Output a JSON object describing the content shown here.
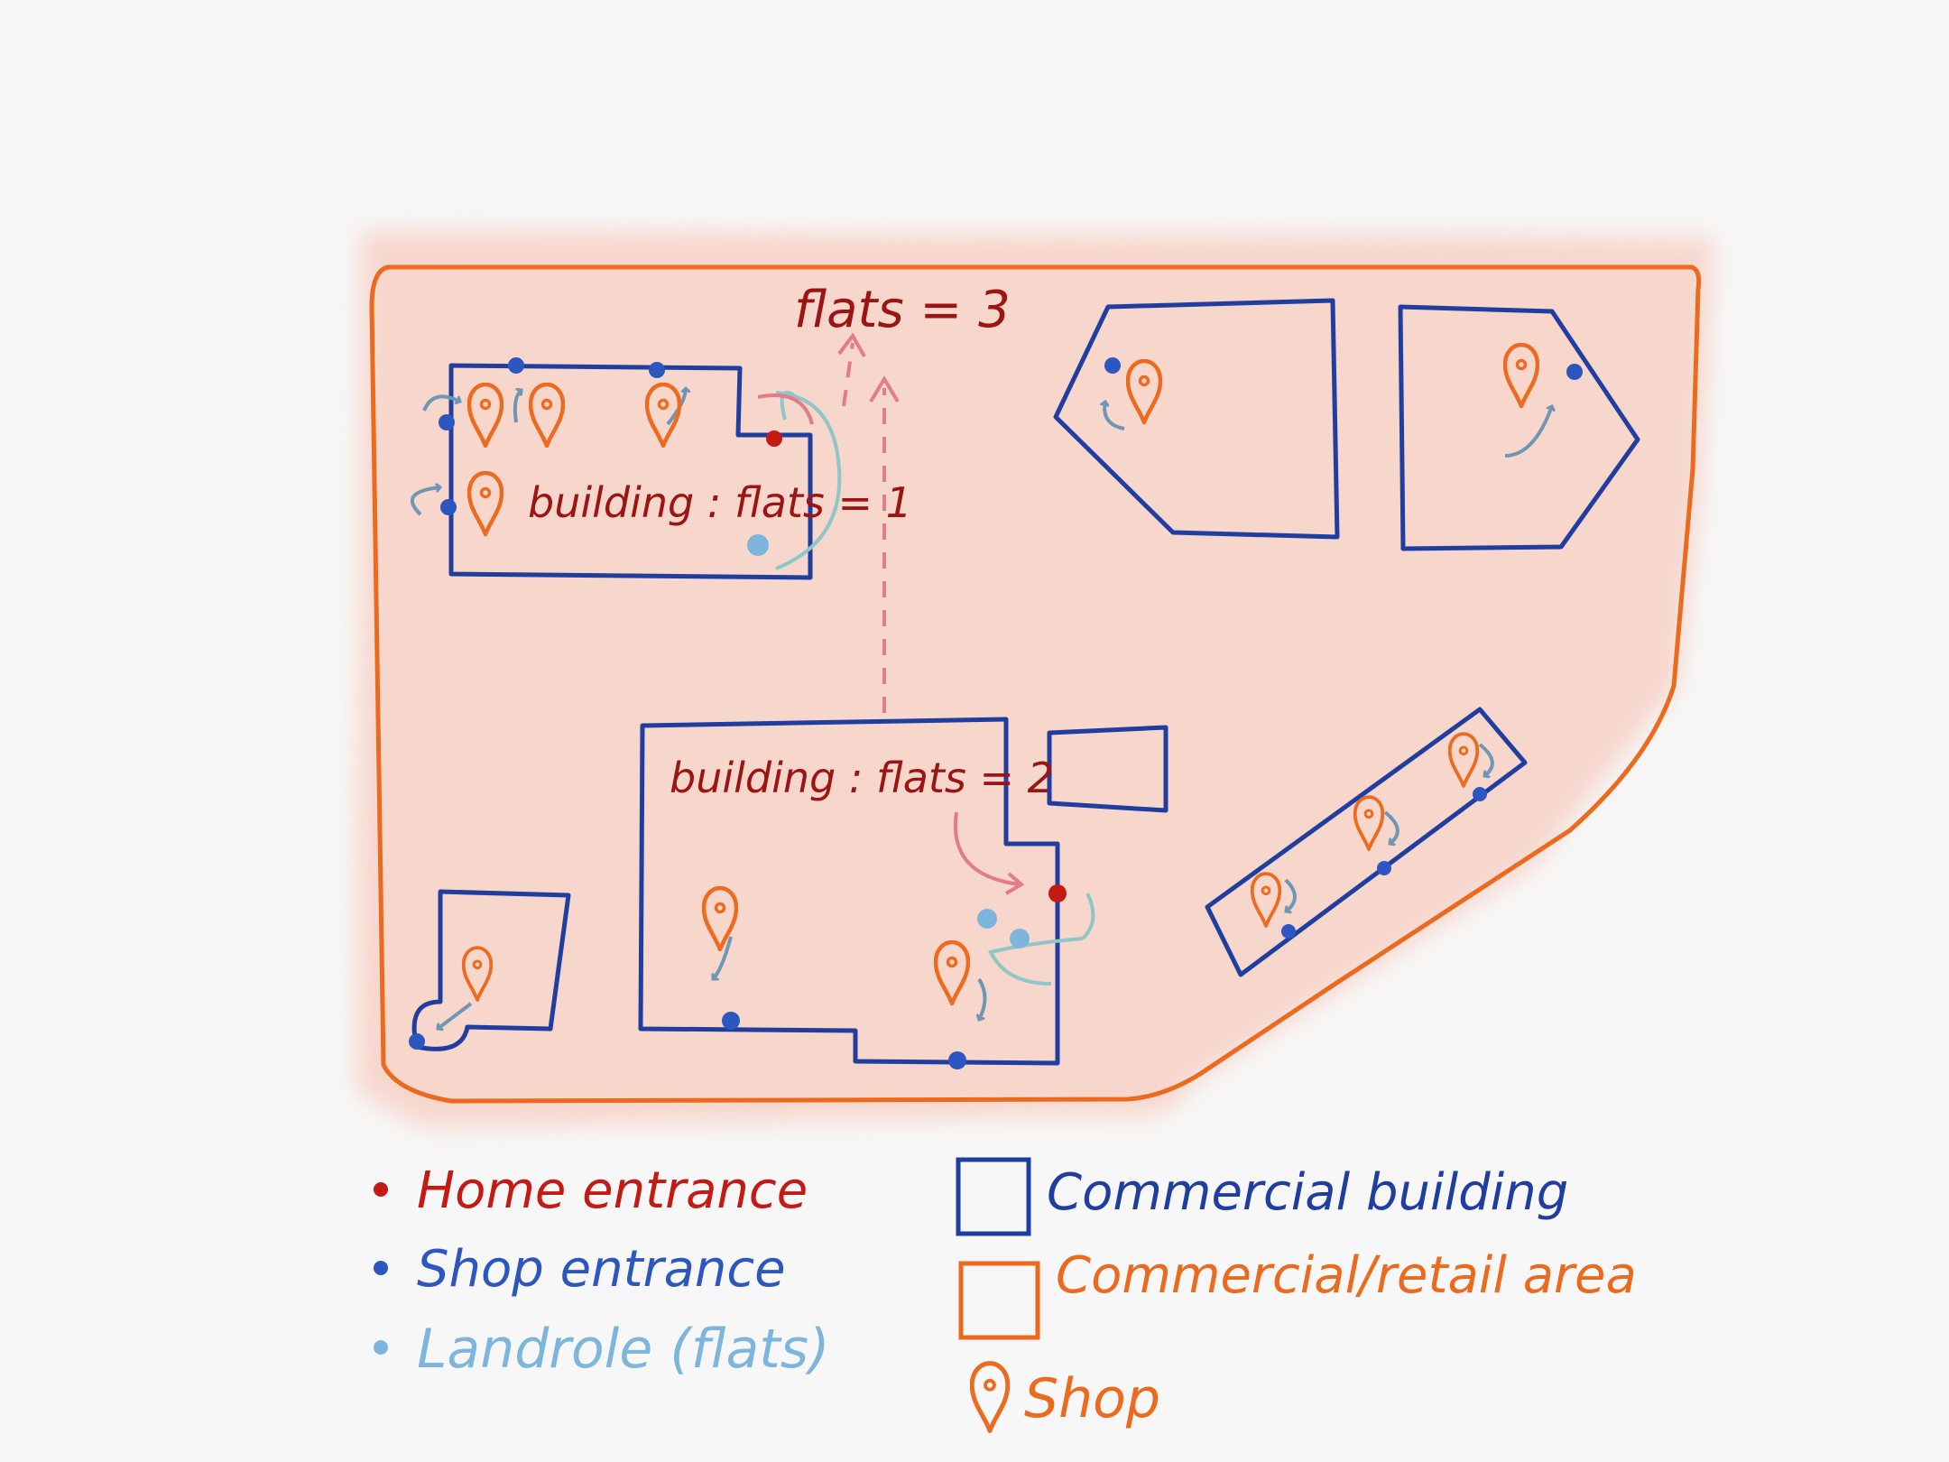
{
  "colors": {
    "background": "#f7f7f7",
    "area_fill": "#f7d3c8",
    "area_stroke": "#ec6a1e",
    "building_stroke": "#1f3ea0",
    "shop_pin": "#ee6a1f",
    "home_entrance": "#c41a14",
    "shop_entrance": "#2c56c0",
    "landrole": "#7db5dc",
    "label_text": "#9c1414",
    "pink_arrow": "#e47b8c"
  },
  "labels": {
    "flats_total": "flats = 3",
    "building_a": "building : flats = 1",
    "building_b": "building : flats = 2"
  },
  "legend": {
    "home_entrance": "Home entrance",
    "shop_entrance": "Shop entrance",
    "landrole": "Landrole (flats)",
    "commercial_building": "Commercial building",
    "commercial_area": "Commercial/retail area",
    "shop": "Shop"
  },
  "icons": {
    "shop": "map-pin-icon",
    "entrance": "filled-circle"
  }
}
